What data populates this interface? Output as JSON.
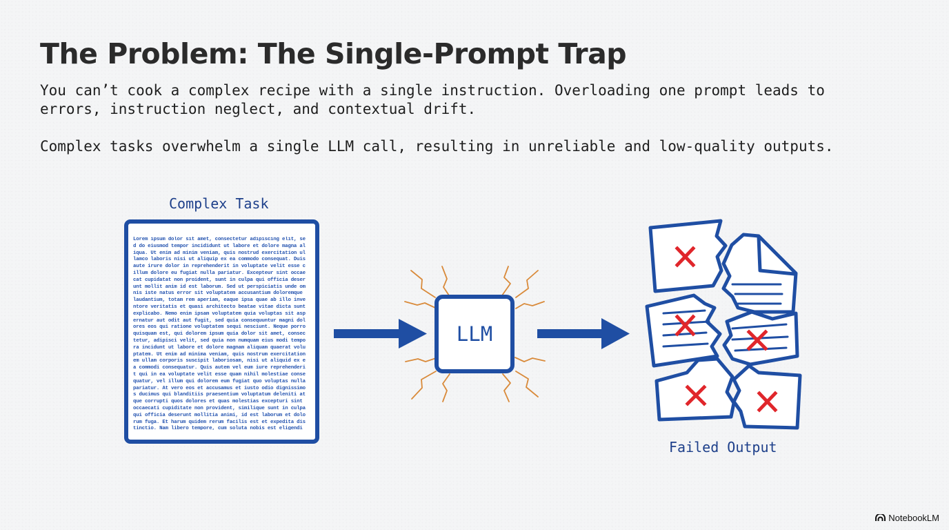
{
  "slide": {
    "title": "The Problem: The Single-Prompt Trap",
    "paragraph_1": "You can’t cook a complex recipe with a single instruction. Overloading one prompt leads to errors, instruction neglect, and contextual drift.",
    "paragraph_2": "Complex tasks overwhelm a single LLM call, resulting in unreliable and low-quality outputs."
  },
  "diagram": {
    "input_label": "Complex Task",
    "input_document_text": "Lorem ipsum dolor sit amet, consectetur adipiscing elit, sed do eiusmod tempor incididunt ut labore et dolore magna aliqua. Ut enim ad minim veniam, quis nostrud exercitation ullamco laboris nisi ut aliquip ex ea commodo consequat. Duis aute irure dolor in reprehenderit in voluptate velit esse cillum dolore eu fugiat nulla pariatur. Excepteur sint occaecat cupidatat non proident, sunt in culpa qui officia deserunt mollit anim id est laborum. Sed ut perspiciatis unde omnis iste natus error sit voluptatem accusantium doloremque laudantium, totam rem aperiam, eaque ipsa quae ab illo inventore veritatis et quasi architecto beatae vitae dicta sunt explicabo. Nemo enim ipsam voluptatem quia voluptas sit aspernatur aut odit aut fugit, sed quia consequuntur magni dolores eos qui ratione voluptatem sequi nesciunt. Neque porro quisquam est, qui dolorem ipsum quia dolor sit amet, consectetur, adipisci velit, sed quia non numquam eius modi tempora incidunt ut labore et dolore magnam aliquam quaerat voluptatem. Ut enim ad minima veniam, quis nostrum exercitationem ullam corporis suscipit laboriosam, nisi ut aliquid ex ea commodi consequatur. Quis autem vel eum iure reprehenderit qui in ea voluptate velit esse quam nihil molestiae consequatur, vel illum qui dolorem eum fugiat quo voluptas nulla pariatur. At vero eos et accusamus et iusto odio dignissimos ducimus qui blanditiis praesentium voluptatum deleniti atque corrupti quos dolores et quas molestias excepturi sint occaecati cupiditate non provident, similique sunt in culpa qui officia deserunt mollitia animi, id est laborum et dolorum fuga. Et harum quidem rerum facilis est et expedita distinctio. Nam libero tempore, cum soluta nobis est eligendi optio cumque nihil impedit quo minus id quod maxime placeat facere possimus, omnis voluptas assumenda est, omnis dolor repellendus. Temporibus autem quibusdam et aut officiis debitis aut rerum necessitatibus saepe eveniet ut et voluptates repudiandae sint et molestiae non recusandae.",
    "processor_label": "LLM",
    "output_label": "Failed Output",
    "colors": {
      "primary_blue": "#1f4ea3",
      "spark_orange": "#d98a3a",
      "fail_red": "#e0262b"
    }
  },
  "branding": {
    "logo_icon": "notebooklm-logo-icon",
    "name": "NotebookLM"
  }
}
